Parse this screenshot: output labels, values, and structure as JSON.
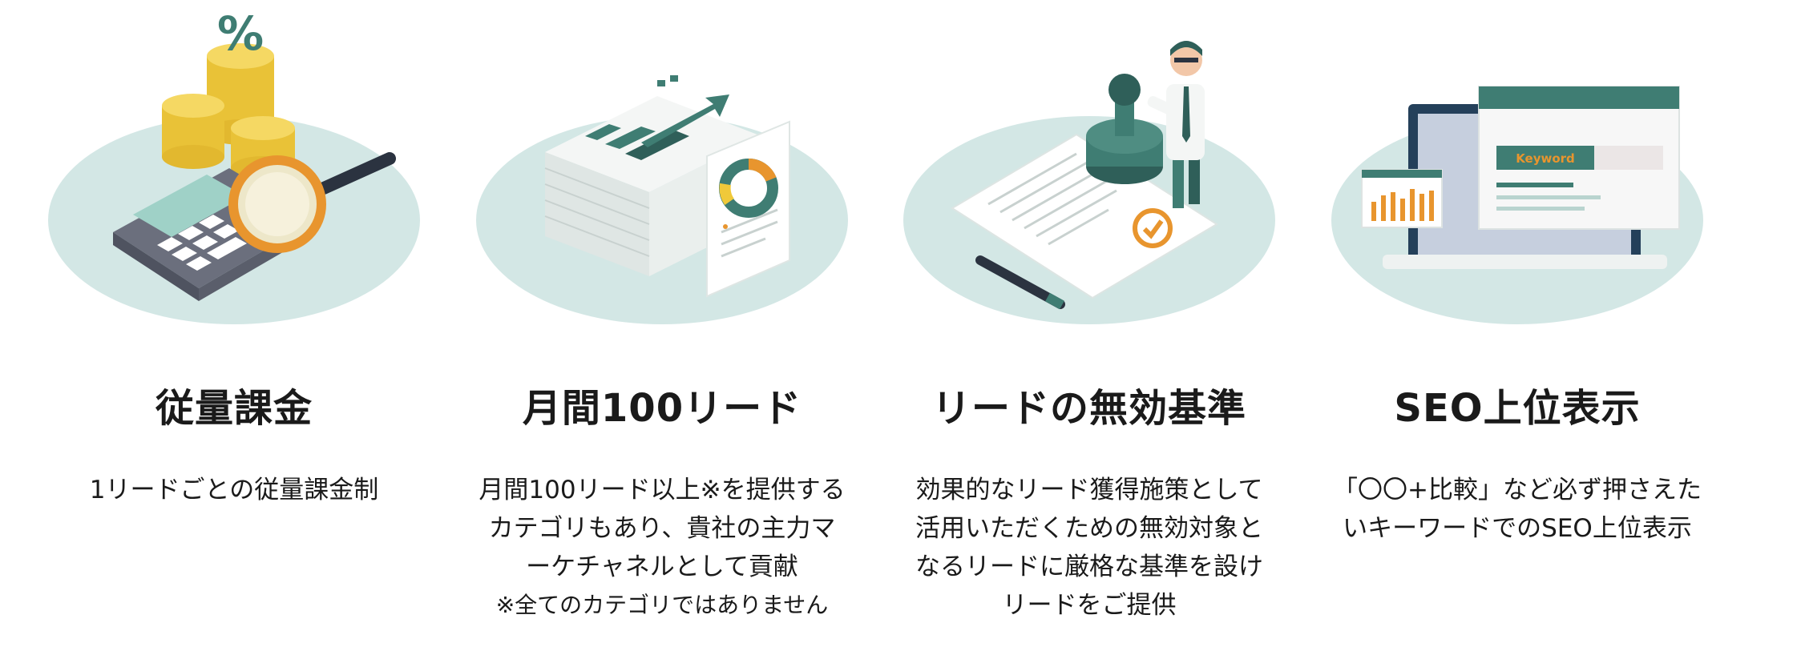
{
  "features": [
    {
      "title": "従量課金",
      "desc": [
        "1リードごとの従量課金制"
      ],
      "note": ""
    },
    {
      "title": "月間100リード",
      "desc": [
        "月間100リード以上※を提供する",
        "カテゴリもあり、貴社の主力マ",
        "ーケチャネルとして貢献"
      ],
      "note": "※全てのカテゴリではありません"
    },
    {
      "title": "リードの無効基準",
      "desc": [
        "効果的なリード獲得施策として",
        "活用いただくための無効対象と",
        "なるリードに厳格な基準を設け",
        "リードをご提供"
      ],
      "note": ""
    },
    {
      "title": "SEO上位表示",
      "desc": [
        "「〇〇+比較」など必ず押さえた",
        "いキーワードでのSEO上位表示"
      ],
      "note": ""
    }
  ],
  "illustrations": {
    "percent_symbol": "%",
    "keyword_label": "Keyword"
  },
  "colors": {
    "platform": "#d3e7e5",
    "teal": "#3f7d73",
    "dark_teal": "#2f5f59",
    "gold": "#f0c93a",
    "orange": "#e8952e"
  }
}
